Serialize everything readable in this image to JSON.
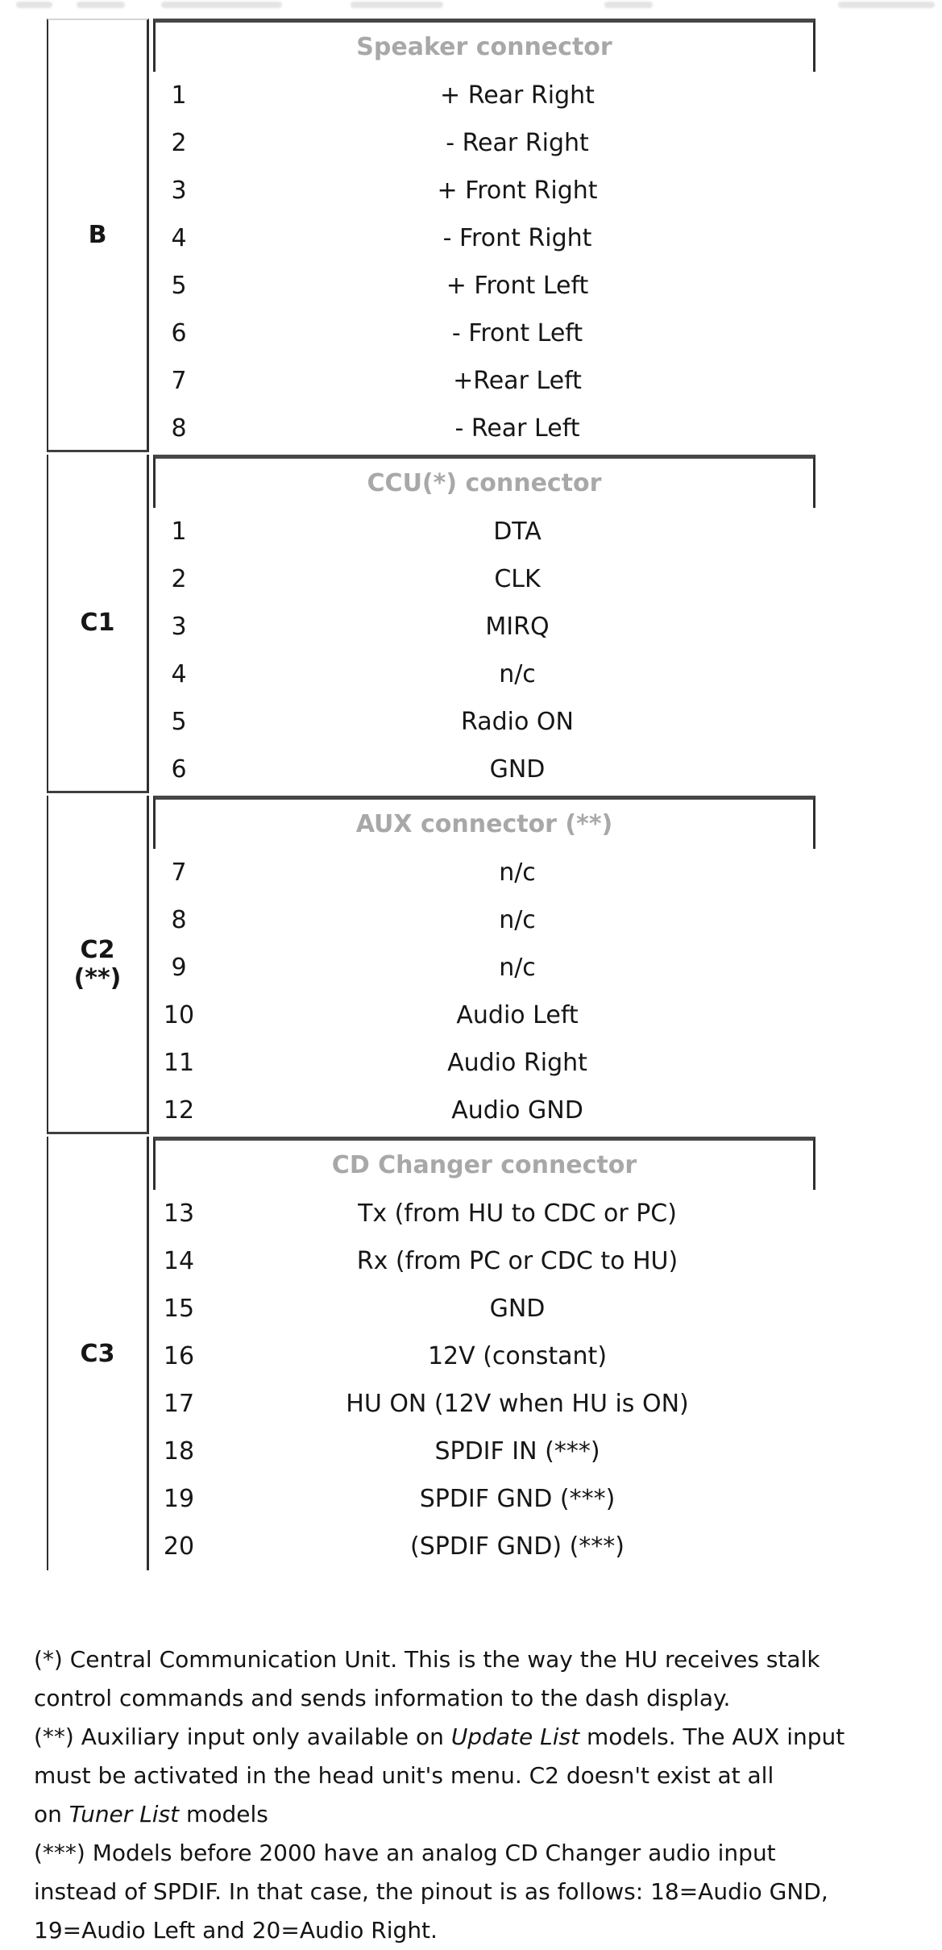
{
  "colors": {
    "background": "#ffffff",
    "text": "#161616",
    "section_header_text": "#a8a8a8",
    "border_dark": "#2f2f2f",
    "header_top_border": "#474747",
    "first_section_top_border": "#d4d4d4"
  },
  "table": {
    "sections": [
      {
        "id": "B",
        "label_lines": [
          "B"
        ],
        "header": "Speaker connector",
        "pins": [
          {
            "n": "1",
            "d": "+ Rear Right"
          },
          {
            "n": "2",
            "d": "- Rear Right"
          },
          {
            "n": "3",
            "d": "+ Front Right"
          },
          {
            "n": "4",
            "d": "- Front Right"
          },
          {
            "n": "5",
            "d": "+ Front Left"
          },
          {
            "n": "6",
            "d": "- Front Left"
          },
          {
            "n": "7",
            "d": "+Rear Left"
          },
          {
            "n": "8",
            "d": "- Rear Left"
          }
        ]
      },
      {
        "id": "C1",
        "label_lines": [
          "C1"
        ],
        "header": "CCU(*) connector",
        "pins": [
          {
            "n": "1",
            "d": "DTA"
          },
          {
            "n": "2",
            "d": "CLK"
          },
          {
            "n": "3",
            "d": "MIRQ"
          },
          {
            "n": "4",
            "d": "n/c"
          },
          {
            "n": "5",
            "d": "Radio ON"
          },
          {
            "n": "6",
            "d": "GND"
          }
        ]
      },
      {
        "id": "C2",
        "label_lines": [
          "C2",
          "(**)"
        ],
        "header": "AUX connector (**)",
        "pins": [
          {
            "n": "7",
            "d": "n/c"
          },
          {
            "n": "8",
            "d": "n/c"
          },
          {
            "n": "9",
            "d": "n/c"
          },
          {
            "n": "10",
            "d": "Audio Left"
          },
          {
            "n": "11",
            "d": "Audio Right"
          },
          {
            "n": "12",
            "d": "Audio GND"
          }
        ]
      },
      {
        "id": "C3",
        "label_lines": [
          "C3"
        ],
        "header": "CD Changer connector",
        "pins": [
          {
            "n": "13",
            "d": "Tx (from HU to CDC or PC)"
          },
          {
            "n": "14",
            "d": "Rx (from PC or CDC to HU)"
          },
          {
            "n": "15",
            "d": "GND"
          },
          {
            "n": "16",
            "d": "12V (constant)"
          },
          {
            "n": "17",
            "d": "HU ON (12V when HU is ON)"
          },
          {
            "n": "18",
            "d": "SPDIF IN (***)"
          },
          {
            "n": "19",
            "d": "SPDIF GND (***)"
          },
          {
            "n": "20",
            "d": "(SPDIF GND) (***)"
          }
        ]
      }
    ]
  },
  "footnotes": {
    "lines": [
      [
        {
          "t": "(*) Central Communication Unit. This is the way the HU receives stalk"
        }
      ],
      [
        {
          "t": "control commands and sends information to the dash display."
        }
      ],
      [
        {
          "t": "(**) Auxiliary input only available on "
        },
        {
          "t": "Update List",
          "i": true
        },
        {
          "t": " models. The AUX input"
        }
      ],
      [
        {
          "t": "must be activated in the head unit's menu. C2 doesn't exist at all"
        }
      ],
      [
        {
          "t": "on "
        },
        {
          "t": "Tuner List",
          "i": true
        },
        {
          "t": " models"
        }
      ],
      [
        {
          "t": "(***) Models before 2000 have an analog CD Changer audio input"
        }
      ],
      [
        {
          "t": "instead of SPDIF. In that case, the pinout is as follows: 18=Audio GND,"
        }
      ],
      [
        {
          "t": "19=Audio Left and 20=Audio Right."
        }
      ]
    ]
  }
}
